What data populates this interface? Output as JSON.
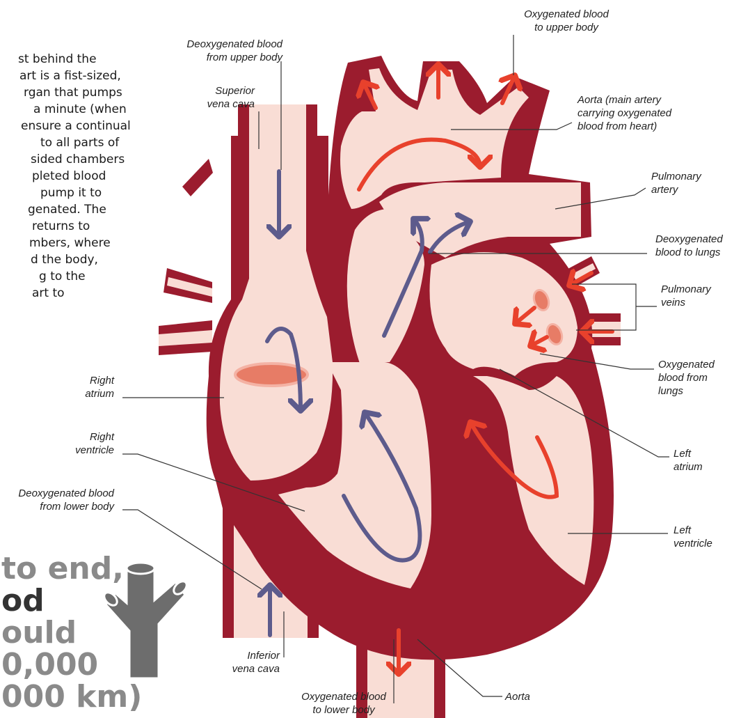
{
  "intro_text": {
    "lines": [
      "st behind the",
      "art is a fist-sized,",
      "rgan that pumps",
      "a minute (when",
      "ensure a continual",
      "to all parts of",
      "sided chambers",
      "pleted blood",
      "pump it to",
      "genated. The",
      "returns to",
      "mbers, where",
      "d the body,",
      "g to the",
      "art to"
    ]
  },
  "fact_text": {
    "lines": [
      "to end,",
      "od",
      "ould",
      "0,000",
      "000 km)"
    ]
  },
  "labels": {
    "deoxy_upper": [
      "Deoxygenated blood",
      "from upper body"
    ],
    "superior_vena_cava": [
      "Superior",
      "vena cava"
    ],
    "oxy_upper": [
      "Oxygenated blood",
      "to upper body"
    ],
    "aorta_main": [
      "Aorta (main artery",
      "carrying oxygenated",
      "blood from heart)"
    ],
    "pulmonary_artery": [
      "Pulmonary",
      "artery"
    ],
    "deoxy_lungs": [
      "Deoxygenated",
      "blood to lungs"
    ],
    "pulmonary_veins": [
      "Pulmonary",
      "veins"
    ],
    "oxy_from_lungs": [
      "Oxygenated",
      "blood from",
      "lungs"
    ],
    "left_atrium": [
      "Left",
      "atrium"
    ],
    "left_ventricle": [
      "Left",
      "ventricle"
    ],
    "right_atrium": [
      "Right",
      "atrium"
    ],
    "right_ventricle": [
      "Right",
      "ventricle"
    ],
    "deoxy_lower": [
      "Deoxygenated blood",
      "from lower body"
    ],
    "inferior_vena_cava": [
      "Inferior",
      "vena cava"
    ],
    "oxy_lower": [
      "Oxygenated blood",
      "to lower body"
    ],
    "aorta_lower": [
      "Aorta"
    ]
  },
  "colors": {
    "muscle": "#9b1c2e",
    "chamber": "#f9ddd5",
    "oxygenated_arrow": "#e8412c",
    "deoxygenated_arrow": "#5d5b8c",
    "vessel_icon": "#6d6d6d",
    "leader_line": "#333333"
  },
  "icons": {
    "blood_vessel": "branching-vessel-icon"
  }
}
